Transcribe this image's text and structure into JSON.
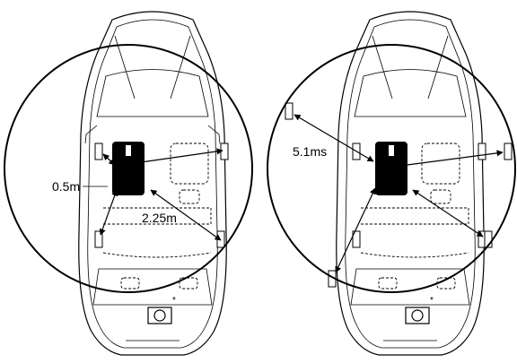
{
  "left_panel": {
    "distance_near": "0.5m",
    "distance_far": "2.25m",
    "asterisk": "*"
  },
  "right_panel": {
    "delay_label": "5.1ms",
    "asterisk": "*"
  }
}
